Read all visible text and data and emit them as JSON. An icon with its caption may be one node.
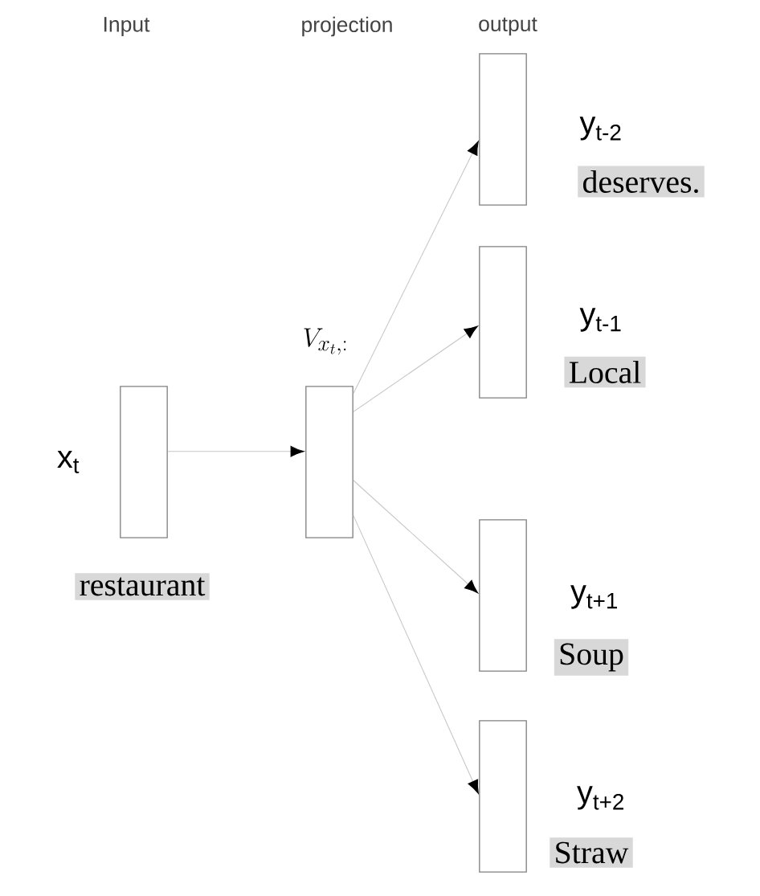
{
  "diagram": {
    "nodes": [
      {
        "text": [],
        "shape": "box",
        "beside": [
          "x$_{t}$",
          "restaurant"
        ]
      },
      {
        "text": [],
        "shape": "box",
        "beside": [
          "V_{x_t,:}"
        ]
      },
      {
        "text": [],
        "shape": "box",
        "beside": [
          "y$_{t-2}$",
          "deserves."
        ]
      },
      {
        "text": [],
        "shape": "box",
        "beside": [
          "y$_{t-1}$",
          "Local"
        ]
      },
      {
        "text": [],
        "shape": "box",
        "beside": [
          "y$_{t+1}$",
          "Soup"
        ]
      },
      {
        "text": [],
        "shape": "box",
        "beside": [
          "y$_{t+2}$",
          "Straw"
        ]
      }
    ],
    "edges": [
      {
        "from": 0,
        "to": 1,
        "arrow": "to"
      },
      {
        "from": 1,
        "to": 2,
        "arrow": "to"
      },
      {
        "from": 1,
        "to": 3,
        "arrow": "to"
      },
      {
        "from": 1,
        "to": 4,
        "arrow": "to"
      },
      {
        "from": 1,
        "to": 5,
        "arrow": "to"
      }
    ],
    "labels": [
      "Input",
      "projection",
      "output"
    ]
  }
}
